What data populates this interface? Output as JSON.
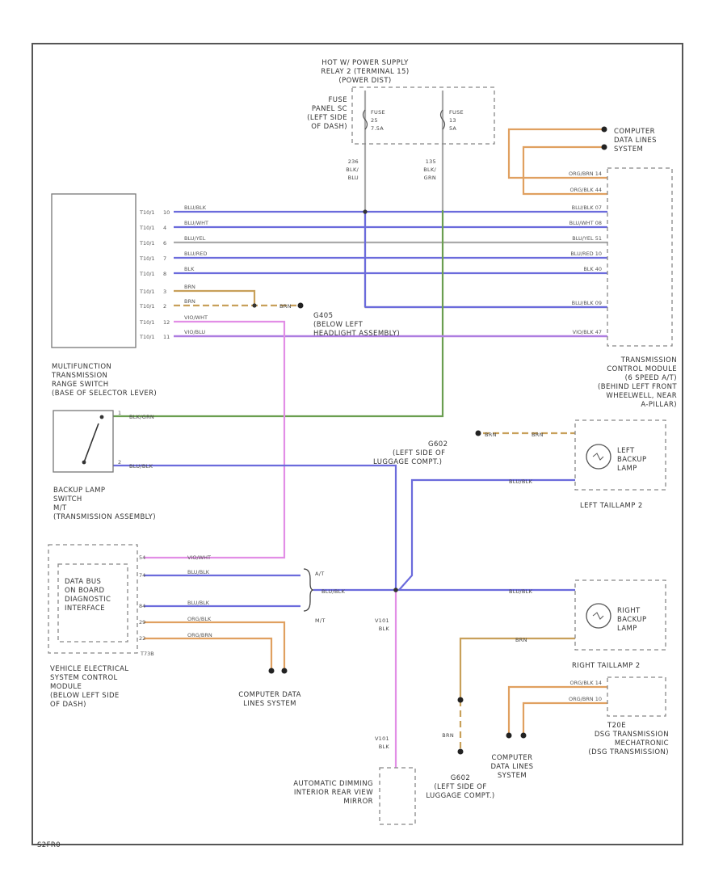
{
  "diagram_id": "S2FR0",
  "top_supply": {
    "line1": "HOT W/ POWER SUPPLY",
    "line2": "RELAY 2 (TERMINAL 15)",
    "line3": "(POWER DIST)"
  },
  "fuse_panel": {
    "line1": "FUSE",
    "line2": "PANEL SC",
    "line3": "(LEFT SIDE",
    "line4": "OF DASH)"
  },
  "fuse_a": {
    "line1": "FUSE",
    "line2": "25",
    "line3": "7.5A"
  },
  "fuse_b": {
    "line1": "FUSE",
    "line2": "13",
    "line3": "5A"
  },
  "fuse_a_wire": {
    "code": "236",
    "color1": "BLK/",
    "color2": "BLU"
  },
  "fuse_b_wire": {
    "code": "135",
    "color1": "BLK/",
    "color2": "GRN"
  },
  "computer_top": {
    "line1": "COMPUTER",
    "line2": "DATA LINES",
    "line3": "SYSTEM"
  },
  "tcm_pins": [
    {
      "label": "ORG/BRN 14"
    },
    {
      "label": "ORG/BLK 44"
    },
    {
      "label": "BLU/BLK 07"
    },
    {
      "label": "BLU/WHT 08"
    },
    {
      "label": "BLU/YEL 51"
    },
    {
      "label": "BLU/RED 10"
    },
    {
      "label": "BLK 40"
    },
    {
      "label": "BLU/BLK 09"
    },
    {
      "label": "VIO/BLK 47"
    }
  ],
  "tcm_label": {
    "line1": "TRANSMISSION",
    "line2": "CONTROL MODULE",
    "line3": "(6 SPEED A/T)",
    "line4": "(BEHIND LEFT FRONT",
    "line5": "WHEELWELL, NEAR",
    "line6": "A-PILLAR)"
  },
  "mfs_pins": [
    {
      "conn": "T10/1",
      "pin": "10",
      "wire": "BLU/BLK"
    },
    {
      "conn": "T10/1",
      "pin": "4",
      "wire": "BLU/WHT"
    },
    {
      "conn": "T10/1",
      "pin": "6",
      "wire": "BLU/YEL"
    },
    {
      "conn": "T10/1",
      "pin": "7",
      "wire": "BLU/RED"
    },
    {
      "conn": "T10/1",
      "pin": "8",
      "wire": "BLK"
    },
    {
      "conn": "T10/1",
      "pin": "3",
      "wire": "BRN"
    },
    {
      "conn": "T10/1",
      "pin": "2",
      "wire": "BRN"
    },
    {
      "conn": "T10/1",
      "pin": "12",
      "wire": "VIO/WHT"
    },
    {
      "conn": "T10/1",
      "pin": "11",
      "wire": "VIO/BLU"
    }
  ],
  "ground_g405": {
    "wire": "BRN",
    "line1": "G405",
    "line2": "(BELOW LEFT",
    "line3": "HEADLIGHT ASSEMBLY)"
  },
  "mfs_label": {
    "line1": "MULTIFUNCTION",
    "line2": "TRANSMISSION",
    "line3": "RANGE SWITCH",
    "line4": "(BASE OF SELECTOR LEVER)"
  },
  "backup_switch_wires": {
    "upper": "BLK/GRN",
    "lower": "BLU/BLK"
  },
  "backup_switch_label": {
    "line1": "BACKUP LAMP",
    "line2": "SWITCH",
    "line3": "M/T",
    "line4": "(TRANSMISSION ASSEMBLY)"
  },
  "ground_g602": {
    "wire1": "BRN",
    "wire2": "BRN",
    "line1": "G602",
    "line2": "(LEFT SIDE OF",
    "line3": "LUGGAGE COMPT.)"
  },
  "left_lamp": {
    "wire": "BLU/BLK",
    "line1": "LEFT",
    "line2": "BACKUP",
    "line3": "LAMP",
    "assembly": "LEFT TAILLAMP 2"
  },
  "right_lamp": {
    "wire1": "BLU/BLK",
    "wire2": "BRN",
    "line1": "RIGHT",
    "line2": "BACKUP",
    "line3": "LAMP",
    "assembly": "RIGHT TAILLAMP 2"
  },
  "dlc_pins": [
    {
      "pin": "54",
      "wire": "VIO/WHT"
    },
    {
      "pin": "74",
      "wire": "BLU/BLK"
    },
    {
      "pin": "84",
      "wire": "BLU/BLK"
    },
    {
      "pin": "29",
      "wire": "ORG/BLK"
    },
    {
      "pin": "22",
      "wire": "ORG/BRN"
    }
  ],
  "dlc_connector": "T73B",
  "dlc_label": {
    "line1": "DATA BUS",
    "line2": "ON BOARD",
    "line3": "DIAGNOSTIC",
    "line4": "INTERFACE"
  },
  "vescm_label": {
    "line1": "VEHICLE ELECTRICAL",
    "line2": "SYSTEM CONTROL",
    "line3": "MODULE",
    "line4": "(BELOW LEFT SIDE",
    "line5": "OF DASH)"
  },
  "selector": {
    "at": "A/T",
    "mt": "M/T",
    "wire": "BLU/BLK"
  },
  "computer_bottom_left": {
    "line1": "COMPUTER DATA",
    "line2": "LINES SYSTEM"
  },
  "splice_wire": {
    "code": "V101",
    "color": "BLK"
  },
  "mirror_wire": {
    "code": "V101",
    "color": "BLK"
  },
  "mirror_label": {
    "line1": "AUTOMATIC DIMMING",
    "line2": "INTERIOR REAR VIEW",
    "line3": "MIRROR"
  },
  "g602_wire": "BRN",
  "dsg_pins": [
    {
      "label": "ORG/BLK 14"
    },
    {
      "label": "ORG/BRN 10"
    }
  ],
  "dsg_label": {
    "connector": "T20E",
    "line1": "DSG TRANSMISSION",
    "line2": "MECHATRONIC",
    "line3": "(DSG TRANSMISSION)"
  },
  "computer_bottom_right": {
    "line1": "COMPUTER",
    "line2": "DATA LINES",
    "line3": "SYSTEM"
  },
  "colors": {
    "blue": "#6b6bdc",
    "green": "#6a9e50",
    "pink": "#e28ee6",
    "orange": "#e0a060",
    "brown": "#c8a05a",
    "gray": "#aaaaaa"
  }
}
